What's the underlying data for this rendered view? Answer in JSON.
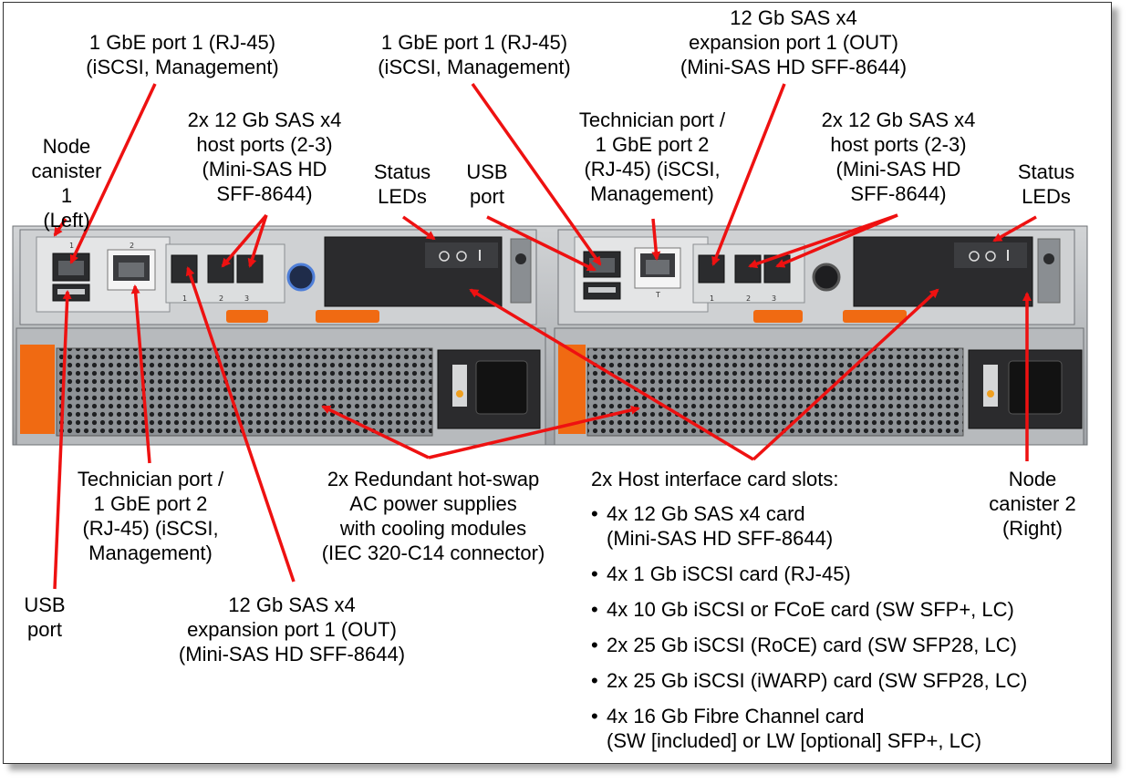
{
  "labels": {
    "gbe_port1_left": "1 GbE port 1 (RJ-45)\n(iSCSI, Management)",
    "gbe_port1_right": "1 GbE port 1 (RJ-45)\n(iSCSI, Management)",
    "sas_exp_top": "12 Gb SAS x4\nexpansion port 1 (OUT)\n(Mini-SAS HD SFF-8644)",
    "sas_host_left": "2x 12 Gb SAS x4\nhost ports (2-3)\n(Mini-SAS HD\nSFF-8644)",
    "sas_host_right": "2x 12 Gb SAS x4\nhost ports (2-3)\n(Mini-SAS HD\nSFF-8644)",
    "node_canister_1": "Node\ncanister 1\n(Left)",
    "status_leds_left": "Status\nLEDs",
    "usb_port_top": "USB\nport",
    "technician_top": "Technician port /\n1 GbE port 2\n(RJ-45) (iSCSI,\nManagement)",
    "status_leds_right": "Status\nLEDs",
    "technician_bottom": "Technician port /\n1 GbE port 2\n(RJ-45) (iSCSI,\nManagement)",
    "power_supplies": "2x Redundant hot-swap\nAC power supplies\nwith cooling modules\n(IEC 320-C14 connector)",
    "host_card_title": "2x Host interface card slots:",
    "node_canister_2": "Node\ncanister 2\n(Right)",
    "usb_port_bottom": "USB\nport",
    "sas_exp_bottom": "12 Gb SAS x4\nexpansion port 1 (OUT)\n(Mini-SAS HD SFF-8644)"
  },
  "host_card_items": [
    "4x 12 Gb SAS x4 card\n(Mini-SAS HD SFF-8644)",
    "4x 1 Gb iSCSI card (RJ-45)",
    "4x 10 Gb iSCSI or FCoE card (SW SFP+, LC)",
    "2x 25 Gb iSCSI (RoCE) card (SW SFP28, LC)",
    "2x 25 Gb iSCSI (iWARP) card (SW SFP28, LC)",
    "4x 16 Gb Fibre Channel card\n(SW [included] or LW [optional] SFP+, LC)"
  ],
  "bullet_char": "•",
  "port_numbers": [
    "1",
    "2",
    "1",
    "2",
    "3",
    "T",
    "1",
    "2",
    "3"
  ],
  "colors": {
    "arrow": "#ee1111",
    "chassis": "#b9bcbf",
    "panel": "#d9dbdd",
    "orange_tab": "#f06a12",
    "dark_module": "#2b2b2d"
  }
}
